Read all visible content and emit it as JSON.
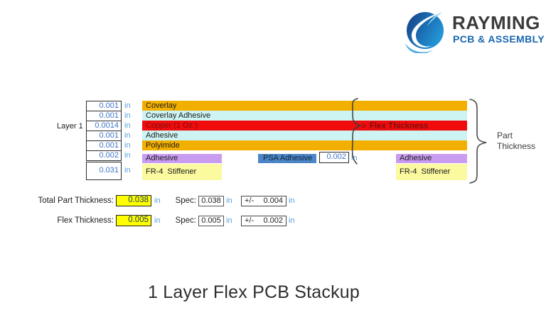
{
  "logo": {
    "brand": "RAYMING",
    "tagline": "PCB & ASSEMBLY",
    "icon": "globe-swoosh-icon"
  },
  "stackup": {
    "layer_label": "Layer 1",
    "unit": "in",
    "rows": [
      {
        "value": "0.001",
        "name": "Coverlay"
      },
      {
        "value": "0.001",
        "name": "Coverlay Adhesive"
      },
      {
        "value": "0.0014",
        "name": "Copper (1 Oz.)"
      },
      {
        "value": "0.001",
        "name": "Adhesive"
      },
      {
        "value": "0.001",
        "name": "Polyimide"
      },
      {
        "value": "0.002",
        "name": "Adhesive"
      },
      {
        "value": "0.031",
        "name": "FR-4  Stiffener"
      }
    ],
    "psa": {
      "label": "PSA Adhesive",
      "value": "0.002"
    },
    "flex_arrow": ">",
    "flex_annotation": "Flex Thickness",
    "part_annotation_line1": "Part",
    "part_annotation_line2": "Thickness"
  },
  "totals": {
    "rows": [
      {
        "label": "Total Part Thickness:",
        "value": "0.038",
        "spec_label": "Spec:",
        "spec_value": "0.038",
        "tol_label": "+/-",
        "tol_value": "0.004"
      },
      {
        "label": "Flex Thickness:",
        "value": "0.005",
        "spec_label": "Spec:",
        "spec_value": "0.005",
        "tol_label": "+/-",
        "tol_value": "0.002"
      }
    ]
  },
  "title": "1 Layer Flex PCB Stackup",
  "colors": {
    "coverlay_orange": "#F2AF00",
    "adhesive_cyan": "#CDF4F2",
    "copper_red": "#F00C0C",
    "copper_text": "#7B1010",
    "adhesive_purple": "#C99CF2",
    "stiffener_yellow": "#FBFA9F",
    "psa_blue": "#4C86C6",
    "value_text_blue": "#3E74C6",
    "unit_blue": "#55A0DC",
    "highlight_yellow": "#FFFF00",
    "brand_dark": "#3B3B3D",
    "brand_blue": "#1766AE"
  }
}
